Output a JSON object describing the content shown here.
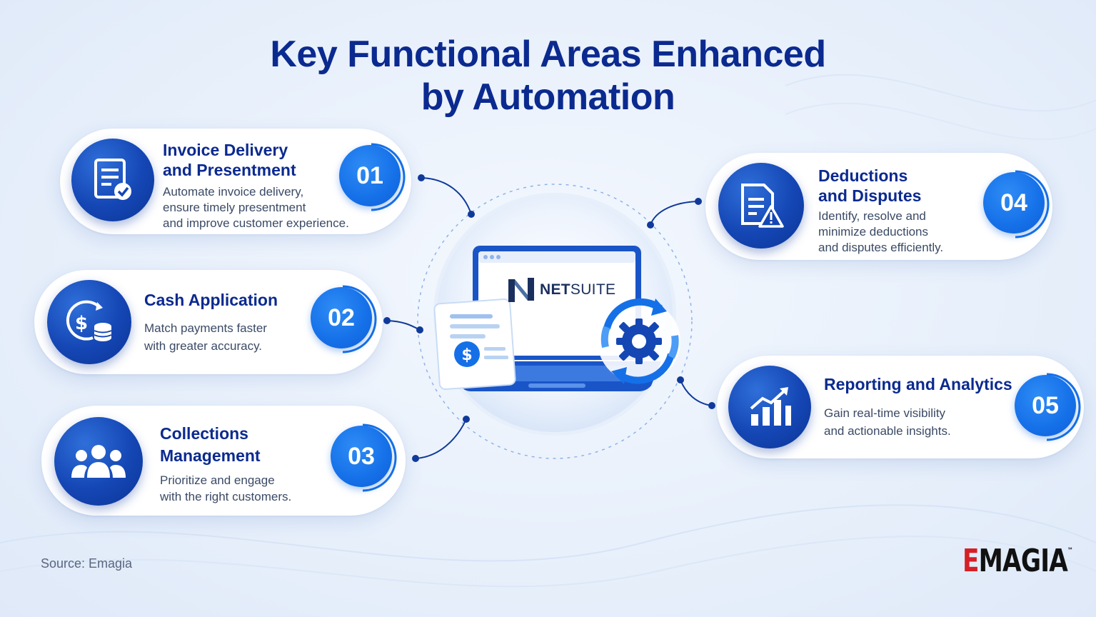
{
  "title": {
    "line1": "Key Functional Areas Enhanced",
    "line2": "by Automation"
  },
  "center": {
    "logo_text_bold": "NET",
    "logo_text_light": "SUITE",
    "icon": "laptop-with-gear-icon"
  },
  "areas": [
    {
      "number": "01",
      "title1": "Invoice Delivery",
      "title2": "and Presentment",
      "desc": [
        "Automate invoice delivery,",
        "ensure timely presentment",
        "and improve customer experience."
      ],
      "icon": "invoice-check-icon"
    },
    {
      "number": "02",
      "title1": "Cash Application",
      "title2": "",
      "desc": [
        "Match payments faster",
        "with greater accuracy."
      ],
      "icon": "cash-coins-icon"
    },
    {
      "number": "03",
      "title1": "Collections",
      "title2": "Management",
      "desc": [
        "Prioritize and engage",
        "with the right customers."
      ],
      "icon": "people-group-icon"
    },
    {
      "number": "04",
      "title1": "Deductions",
      "title2": "and Disputes",
      "desc": [
        "Identify, resolve and",
        "minimize deductions",
        "and disputes efficiently."
      ],
      "icon": "document-warning-icon"
    },
    {
      "number": "05",
      "title1": "Reporting and Analytics",
      "title2": "",
      "desc": [
        "Gain real-time visibility",
        "and actionable insights."
      ],
      "icon": "growth-chart-icon"
    }
  ],
  "footer": {
    "source": "Source: Emagia",
    "brand_e": "E",
    "brand_rest": "MAGIA",
    "brand_tm": "™"
  },
  "colors": {
    "navy": "#0b2a8f",
    "blue": "#1570e8",
    "accent_red": "#d61f26"
  }
}
